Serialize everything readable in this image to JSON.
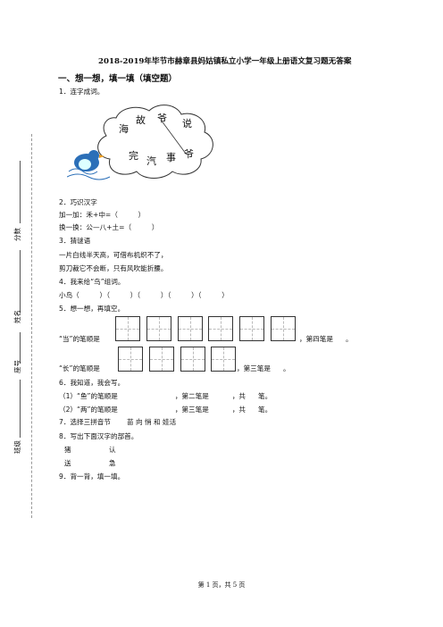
{
  "title": "2018-2019年毕节市赫章县妈姑镇私立小学一年级上册语文复习题无答案",
  "section1": "一、想一想，填一填（填空题）",
  "q1": {
    "num": "1．",
    "text": "连字成词。",
    "chars": [
      "故",
      "爷",
      "说",
      "海",
      "完",
      "汽",
      "事",
      "爷"
    ]
  },
  "q2": {
    "num": "2．",
    "text": "巧识汉字",
    "l1": "加一加：禾+中=（　　　）",
    "l2": "换一换：公—八+土=（　　　）"
  },
  "q3": {
    "num": "3．",
    "text": "猜谜语",
    "l1": "一片白线半天高，可借布机织不了，",
    "l2": "剪刀裁它不会断，只有风吹能折腰。"
  },
  "q4": {
    "num": "4．",
    "text": "我来给“鸟”组词。",
    "l1": "小鸟（　　　）（　　　）（　　　）（　　　）（　　　）"
  },
  "q5": {
    "num": "5．",
    "text": "想一想，再填空。",
    "l1_pre": "“当”的笔顺是",
    "l1_post": "，第四笔是",
    "l1_end": "。",
    "l2_pre": "“长”的笔顺是",
    "l2_post": "，第三笔是",
    "l2_end": "。"
  },
  "q6": {
    "num": "6．",
    "text": "我知道，我会写。",
    "l1a": "（1）“鱼”的笔顺是",
    "l1b": "，第二笔是",
    "l1c": "，共",
    "l1d": "笔。",
    "l2a": "（2）“两”的笔顺是",
    "l2b": "，第三笔是",
    "l2c": "，共",
    "l2d": "笔。"
  },
  "q7": {
    "num": "7．",
    "text": "选择三拼音节",
    "opts": "苗  向  悄  和  娃活"
  },
  "q8": {
    "num": "8．",
    "text": "写出下面汉字的部首。",
    "c1": "猪",
    "c2": "认",
    "c3": "送",
    "c4": "急"
  },
  "q9": {
    "num": "9．",
    "text": "背一背，填一填。"
  },
  "side": {
    "score": "分数",
    "name": "姓名",
    "id": "座号",
    "class": "班级"
  },
  "footer": "第 1 页，共 5 页"
}
